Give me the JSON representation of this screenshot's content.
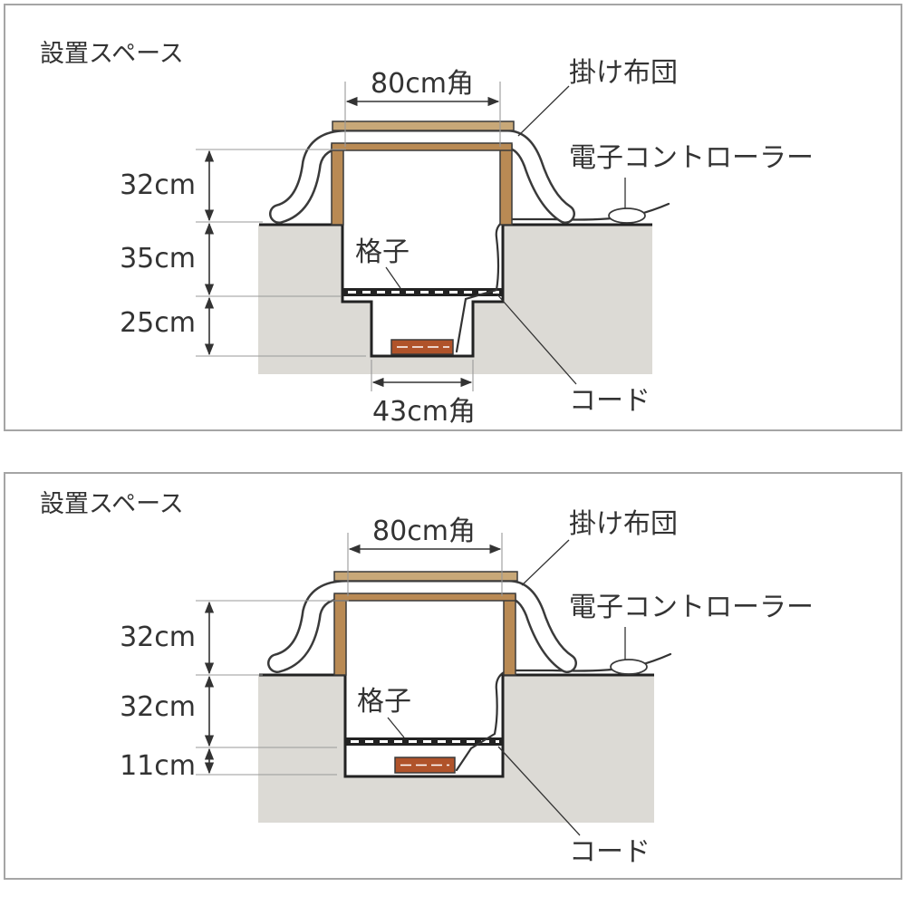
{
  "panels": [
    {
      "title": "設置スペース",
      "dim_top_width": "80cm角",
      "dim_bottom_width": "43cm角",
      "dim_heights": [
        "32cm",
        "35cm",
        "25cm"
      ],
      "label_quilt": "掛け布団",
      "label_controller": "電子コントローラー",
      "label_grate": "格子",
      "label_cord": "コード"
    },
    {
      "title": "設置スペース",
      "dim_top_width": "80cm角",
      "dim_heights": [
        "32cm",
        "32cm",
        "11cm"
      ],
      "label_quilt": "掛け布団",
      "label_controller": "電子コントローラー",
      "label_grate": "格子",
      "label_cord": "コード"
    }
  ],
  "colors": {
    "floor": "#dcdad5",
    "table_wood": "#b98a54",
    "heater": "#b0532a",
    "frame": "#a5a5a5"
  }
}
